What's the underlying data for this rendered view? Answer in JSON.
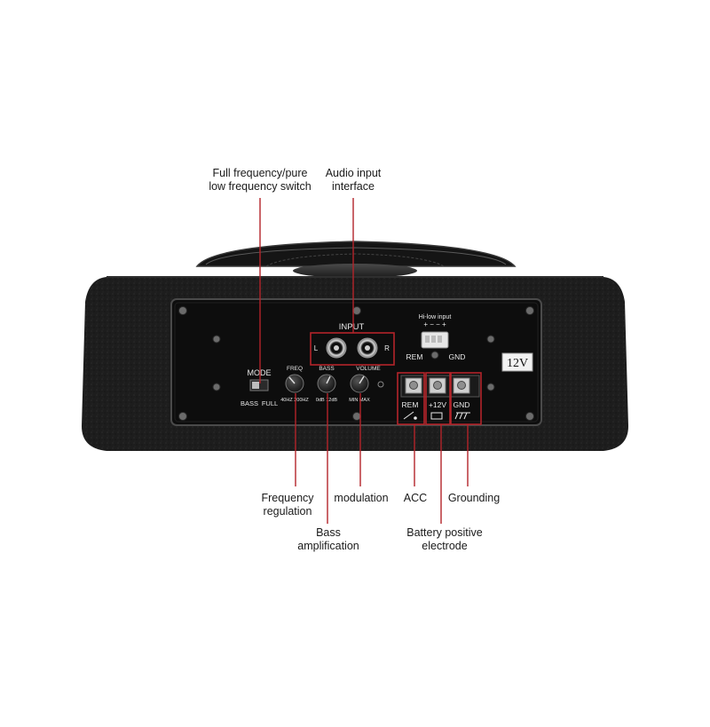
{
  "callouts": {
    "mode_switch": [
      "Full frequency/pure",
      "low frequency switch"
    ],
    "audio_input": [
      "Audio input",
      "interface"
    ],
    "freq": [
      "Frequency",
      "regulation"
    ],
    "modulation": [
      "modulation"
    ],
    "bass": [
      "Bass",
      "amplification"
    ],
    "acc": [
      "ACC"
    ],
    "battery": [
      "Battery positive",
      "electrode"
    ],
    "grounding": [
      "Grounding"
    ]
  },
  "panel": {
    "input_title": "INPUT",
    "input_left": "L",
    "input_right": "R",
    "hilow_title": "Hi-low input",
    "hilow_signs": "+ − − +",
    "rem_label": "REM",
    "gnd_label": "GND",
    "voltage_badge": "12V",
    "mode_title": "MODE",
    "mode_bass": "BASS",
    "mode_full": "FULL",
    "freq_title": "FREQ",
    "freq_range": "40HZ  200HZ",
    "bass_title": "BASS",
    "bass_range": "0dB  12dB",
    "volume_title": "VOLUME",
    "volume_range": "MIN  MAX",
    "term_rem": "REM",
    "term_12v": "+12V",
    "term_gnd": "GND"
  },
  "colors": {
    "callout_line": "#b3242a",
    "carpet": "#1c1c1c",
    "panel": "#0e0e0e",
    "panel_text": "#e8e8e8"
  }
}
